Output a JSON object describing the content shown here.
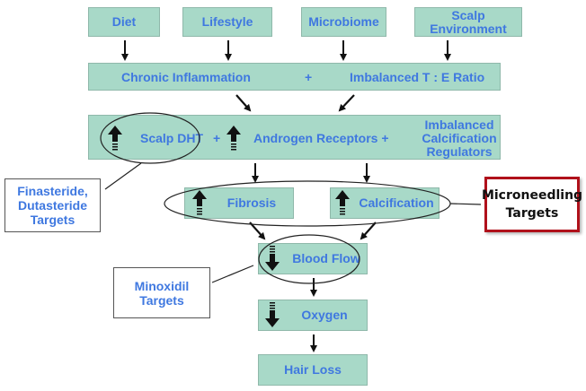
{
  "top_factors": [
    "Diet",
    "Lifestyle",
    "Microbiome",
    "Scalp Environment"
  ],
  "row2": {
    "left": "Chronic Inflammation",
    "plus": "+",
    "right": "Imbalanced T : E Ratio"
  },
  "row3": {
    "dht": "Scalp DHT",
    "plus1": "+",
    "androgen": "Androgen Receptors +",
    "regulators": "Imbalanced Calcification Regulators"
  },
  "row4": {
    "fibrosis": "Fibrosis",
    "calcification": "Calcification"
  },
  "blood_flow": "Blood Flow",
  "oxygen": "Oxygen",
  "hair_loss": "Hair Loss",
  "callouts": {
    "finasteride": "Finasteride, Dutasteride Targets",
    "minoxidil": "Minoxidil Targets",
    "microneedling": "Microneedling Targets"
  },
  "colors": {
    "box_fill": "#a8d9c8",
    "text_blue": "#3f78e0",
    "highlight_border": "#b0111b"
  }
}
